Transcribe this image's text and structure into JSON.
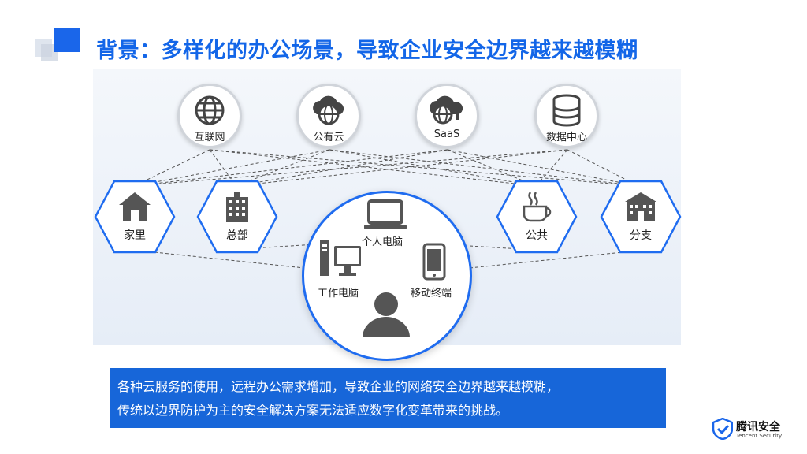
{
  "title": "背景：多样化的办公场景，导致企业安全边界越来越模糊",
  "cloud_nodes": [
    {
      "label": "互联网",
      "icon": "globe-icon"
    },
    {
      "label": "公有云",
      "icon": "cloud-globe-icon"
    },
    {
      "label": "SaaS",
      "icon": "cloud-upload-icon"
    },
    {
      "label": "数据中心",
      "icon": "database-icon"
    }
  ],
  "locations": [
    {
      "label": "家里",
      "icon": "house-icon"
    },
    {
      "label": "总部",
      "icon": "building-icon"
    },
    {
      "label": "公共",
      "icon": "coffee-cup-icon"
    },
    {
      "label": "分支",
      "icon": "branch-office-icon"
    }
  ],
  "devices": {
    "personal_pc": "个人电脑",
    "work_pc": "工作电脑",
    "mobile": "移动终端",
    "user_icon": "user-icon"
  },
  "caption": {
    "line1": "各种云服务的使用，远程办公需求增加，导致企业的网络安全边界越来越模糊，",
    "line2": "传统以边界防护为主的安全解决方案无法适应数字化变革带来的挑战。"
  },
  "brand": {
    "name": "腾讯安全",
    "sub": "Tencent Security"
  },
  "colors": {
    "accent": "#1366e8",
    "caption_bg": "#1766d9",
    "hex_border": "#1f6cf0"
  }
}
